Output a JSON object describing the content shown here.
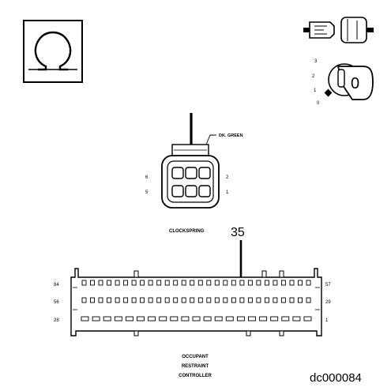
{
  "meter": {
    "symbol": "Ω",
    "icon": "ohmmeter-icon"
  },
  "ignition": {
    "icon_connector": "disconnected-connector-icon",
    "icon_key": "ignition-key-icon",
    "positions": [
      "3",
      "2",
      "1",
      "0"
    ],
    "key_label": "0"
  },
  "clockspring": {
    "wire_color": "DK. GREEN",
    "label": "CLOCKSPRING",
    "pins": {
      "top_left": "6",
      "bottom_left": "5",
      "top_right": "2",
      "bottom_right": "1"
    }
  },
  "probe": {
    "pin_callout": "35"
  },
  "controller": {
    "label_lines": [
      "OCCUPANT",
      "RESTRAINT",
      "CONTROLLER"
    ],
    "pins": {
      "row1_left": "84",
      "row1_right": "57",
      "row2_left": "56",
      "row2_right": "29",
      "row3_left": "28",
      "row3_right": "1"
    }
  },
  "figure_code": "dc000084"
}
